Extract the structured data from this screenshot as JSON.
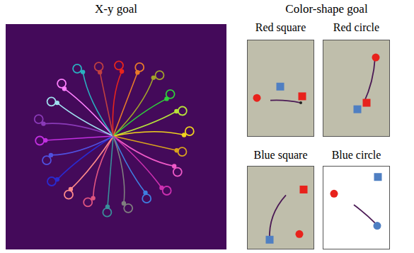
{
  "diagram": {
    "nodes": [
      {
        "text": [
          "X-y goal"
        ]
      },
      {
        "text": [
          "Color-shape goal"
        ]
      },
      {
        "text": [
          "Red square"
        ],
        "in": 1
      },
      {
        "text": [
          "Red circle"
        ],
        "in": 1
      },
      {
        "text": [
          "Blue square"
        ],
        "in": 1
      },
      {
        "text": [
          "Blue circle"
        ],
        "in": 1
      }
    ]
  }
}
